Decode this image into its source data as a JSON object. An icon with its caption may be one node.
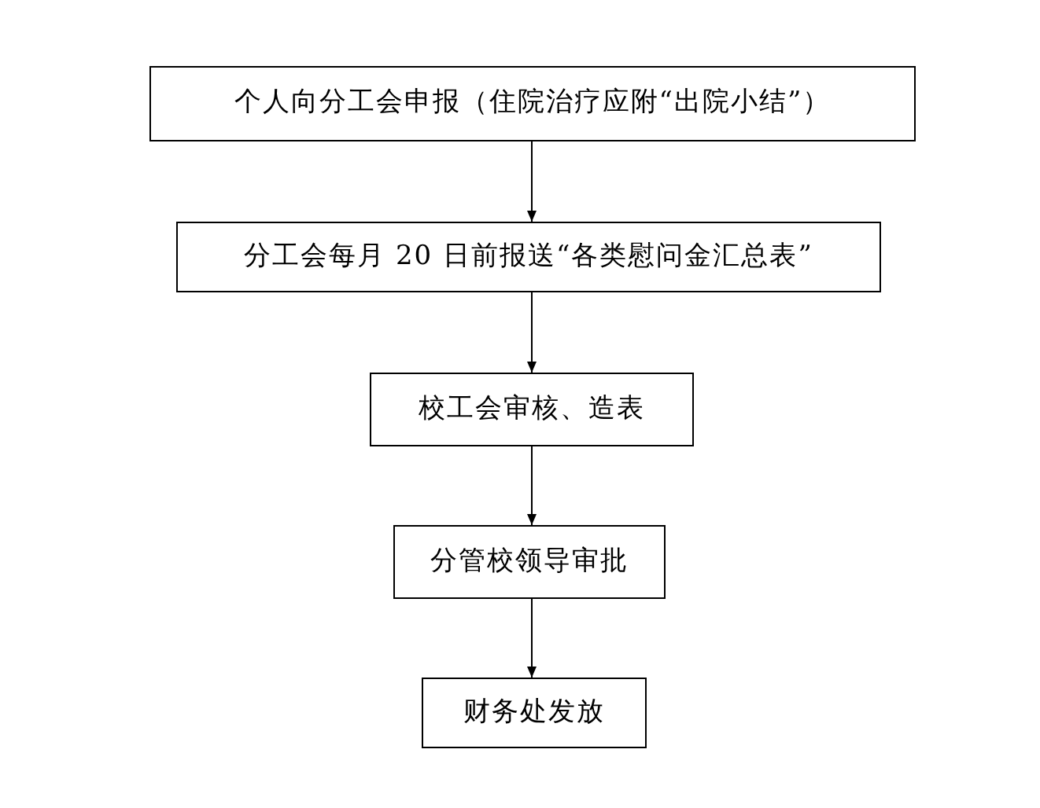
{
  "diagram": {
    "nodes": [
      {
        "text": [
          "个人向分工会申报（住院治疗应附“出院小结”）"
        ]
      },
      {
        "text": [
          "分工会每月 20 日前报送“各类慰问金汇总表”"
        ]
      },
      {
        "text": [
          "校工会审核、造表"
        ]
      },
      {
        "text": [
          "分管校领导审批"
        ]
      },
      {
        "text": [
          "财务处发放"
        ]
      }
    ],
    "edges": [
      {
        "from": 0,
        "to": 1,
        "arrow": "to"
      },
      {
        "from": 1,
        "to": 2,
        "arrow": "to"
      },
      {
        "from": 2,
        "to": 3,
        "arrow": "to"
      },
      {
        "from": 3,
        "to": 4,
        "arrow": "to"
      }
    ]
  }
}
